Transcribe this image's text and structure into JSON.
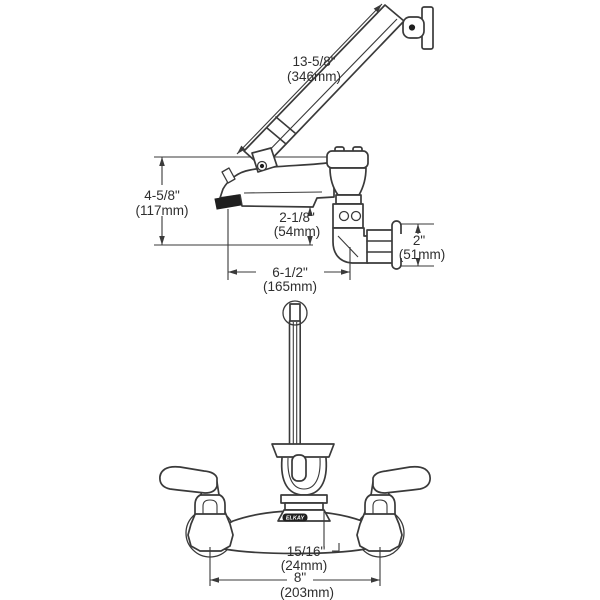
{
  "drawing": {
    "kind": "faucet technical dimension drawing",
    "views": [
      "side view with wall-hook spray hose",
      "front view"
    ],
    "colors": {
      "background": "#ffffff",
      "line": "#3a3a3a",
      "text": "#2e2e2e",
      "aerator_fill": "#1f1f1f"
    }
  },
  "brand_mark": "ELKAY",
  "dimensions": {
    "hose_length": {
      "inches": "13-5/8\"",
      "mm": "(346mm)"
    },
    "spout_height": {
      "inches": "4-5/8\"",
      "mm": "(117mm)"
    },
    "spout_clearance": {
      "inches": "2-1/8\"",
      "mm": "(54mm)"
    },
    "flange_size": {
      "inches": "2\"",
      "mm": "(51mm)"
    },
    "spout_reach": {
      "inches": "6-1/2\"",
      "mm": "(165mm)"
    },
    "center_offset": {
      "inches": "15/16\"",
      "mm": "(24mm)"
    },
    "inlet_centers": {
      "inches": "8\"",
      "mm": "(203mm)"
    }
  }
}
